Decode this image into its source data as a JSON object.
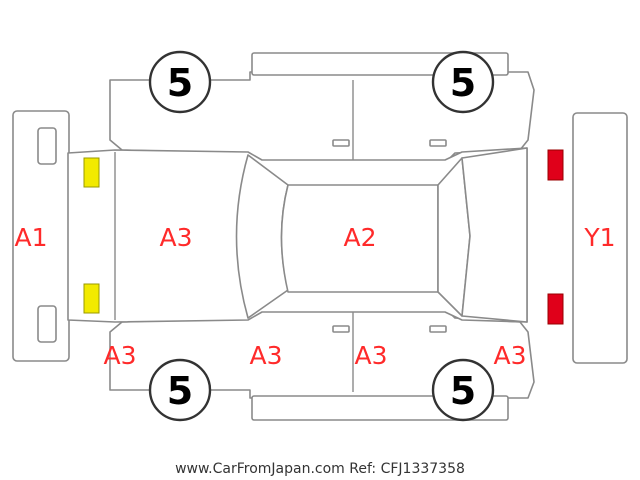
{
  "labels": {
    "front_bumper": "A1",
    "hood": "A3",
    "roof": "A2",
    "rear_bumper": "Y1",
    "front_left_lower": "A3",
    "left_front_door_lower": "A3",
    "left_rear_door_lower": "A3",
    "rear_left_lower": "A3"
  },
  "tires": {
    "front_left": "5",
    "front_right": "5",
    "rear_left": "5",
    "rear_right": "5"
  },
  "colors": {
    "label": "#ff2a2a",
    "front_marker": "#f2ea00",
    "rear_marker": "#e0001a",
    "outline": "#8a8a8a"
  },
  "caption": "www.CarFromJapan.com Ref: CFJ1337358"
}
